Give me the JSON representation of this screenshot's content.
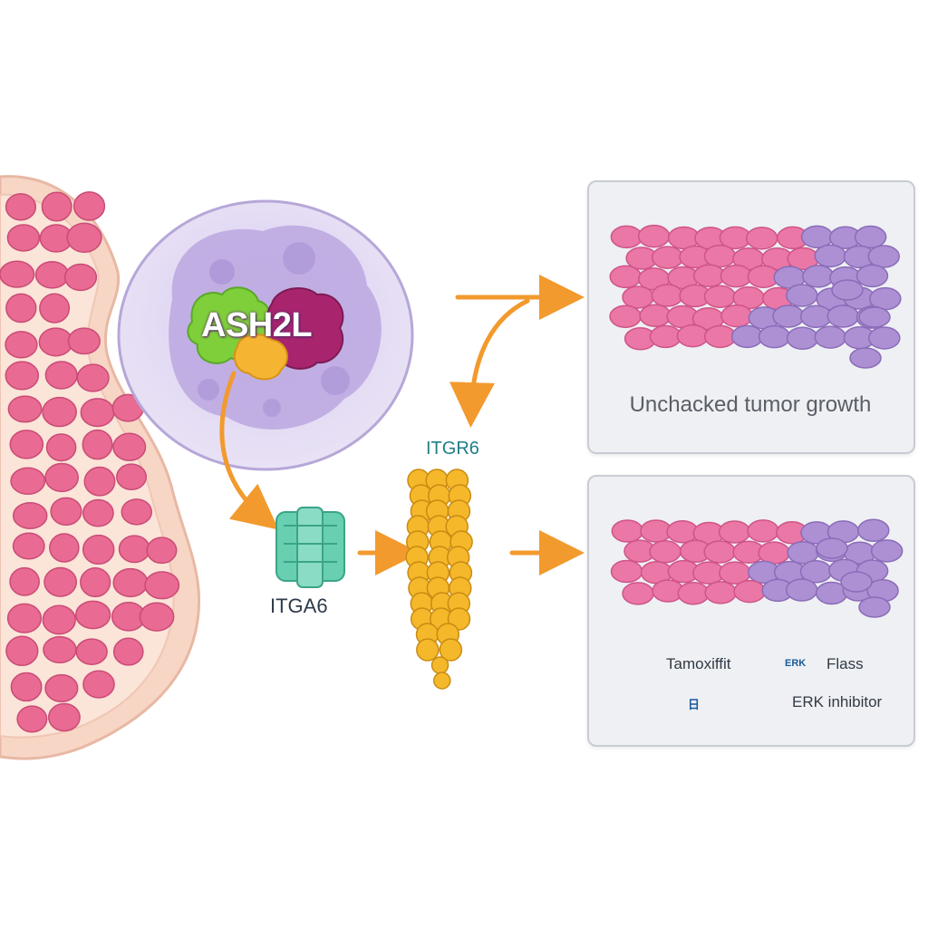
{
  "diagram": {
    "ash2l": "ASH2L",
    "itga6": "ITGA6",
    "itgr6": "ITGR6",
    "tumor_text": "Unchacked tumor growth",
    "tamoxifen": "Tamoxiffit",
    "flass": "Flass",
    "erk_inhibitor": "ERK inhibitor",
    "hex_icon_text_1": "ERK",
    "hex_icon_text_2": "日"
  },
  "colors": {
    "arrow": "#f29a2e",
    "tissue": "#f7d6c6",
    "tumor_pink": "#e9739e",
    "tumor_purple": "#a98ad0",
    "cell_purple": "#c9b8e6",
    "receptor_teal": "#5cc6a8",
    "bead_yellow": "#f4b324",
    "inhibit_red": "#e0303a",
    "hex_blue": "#3fb0ea"
  }
}
